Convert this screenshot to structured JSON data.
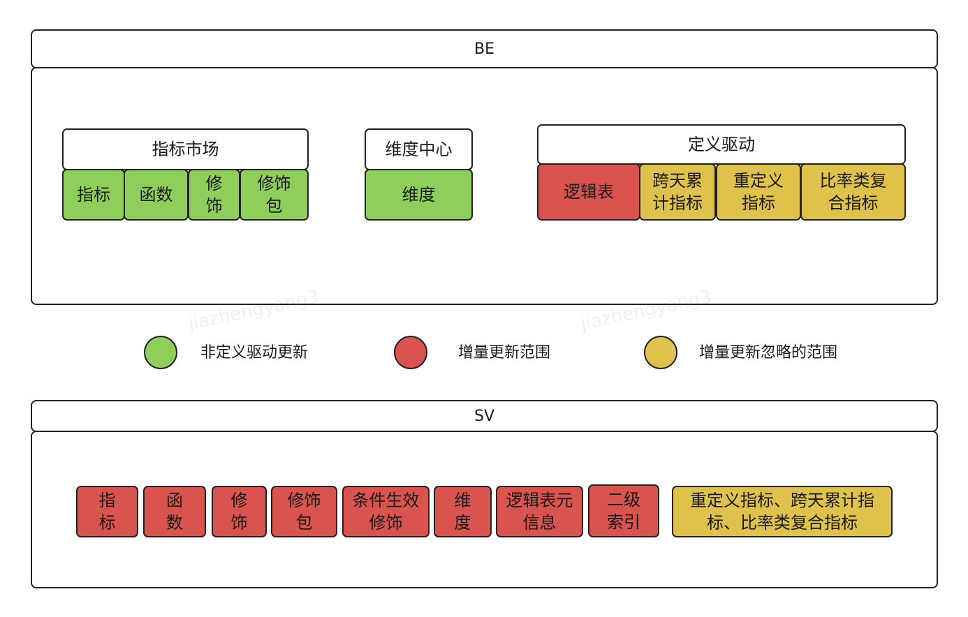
{
  "be": {
    "title": "BE",
    "metric_market": {
      "title": "指标市场",
      "items": [
        "指标",
        "函数",
        "修饰",
        "修饰包"
      ]
    },
    "dimension_center": {
      "title": "维度中心",
      "items": [
        "维度"
      ]
    },
    "definition_driven": {
      "title": "定义驱动",
      "items": [
        "逻辑表",
        "跨天累计指标",
        "重定义指标",
        "比率类复合指标"
      ]
    }
  },
  "legend": [
    {
      "label": "非定义驱动更新",
      "color": "#8dcf5a"
    },
    {
      "label": "增量更新范围",
      "color": "#d9534f"
    },
    {
      "label": "增量更新忽略的范围",
      "color": "#dfc24b"
    }
  ],
  "sv": {
    "title": "SV",
    "items": [
      "指标",
      "函数",
      "修饰",
      "修饰包",
      "条件生效修饰",
      "维度",
      "逻辑表元信息",
      "二级索引",
      "重定义指标、跨天累计指标、比率类复合指标"
    ]
  },
  "watermark": "jiazhengyang3"
}
